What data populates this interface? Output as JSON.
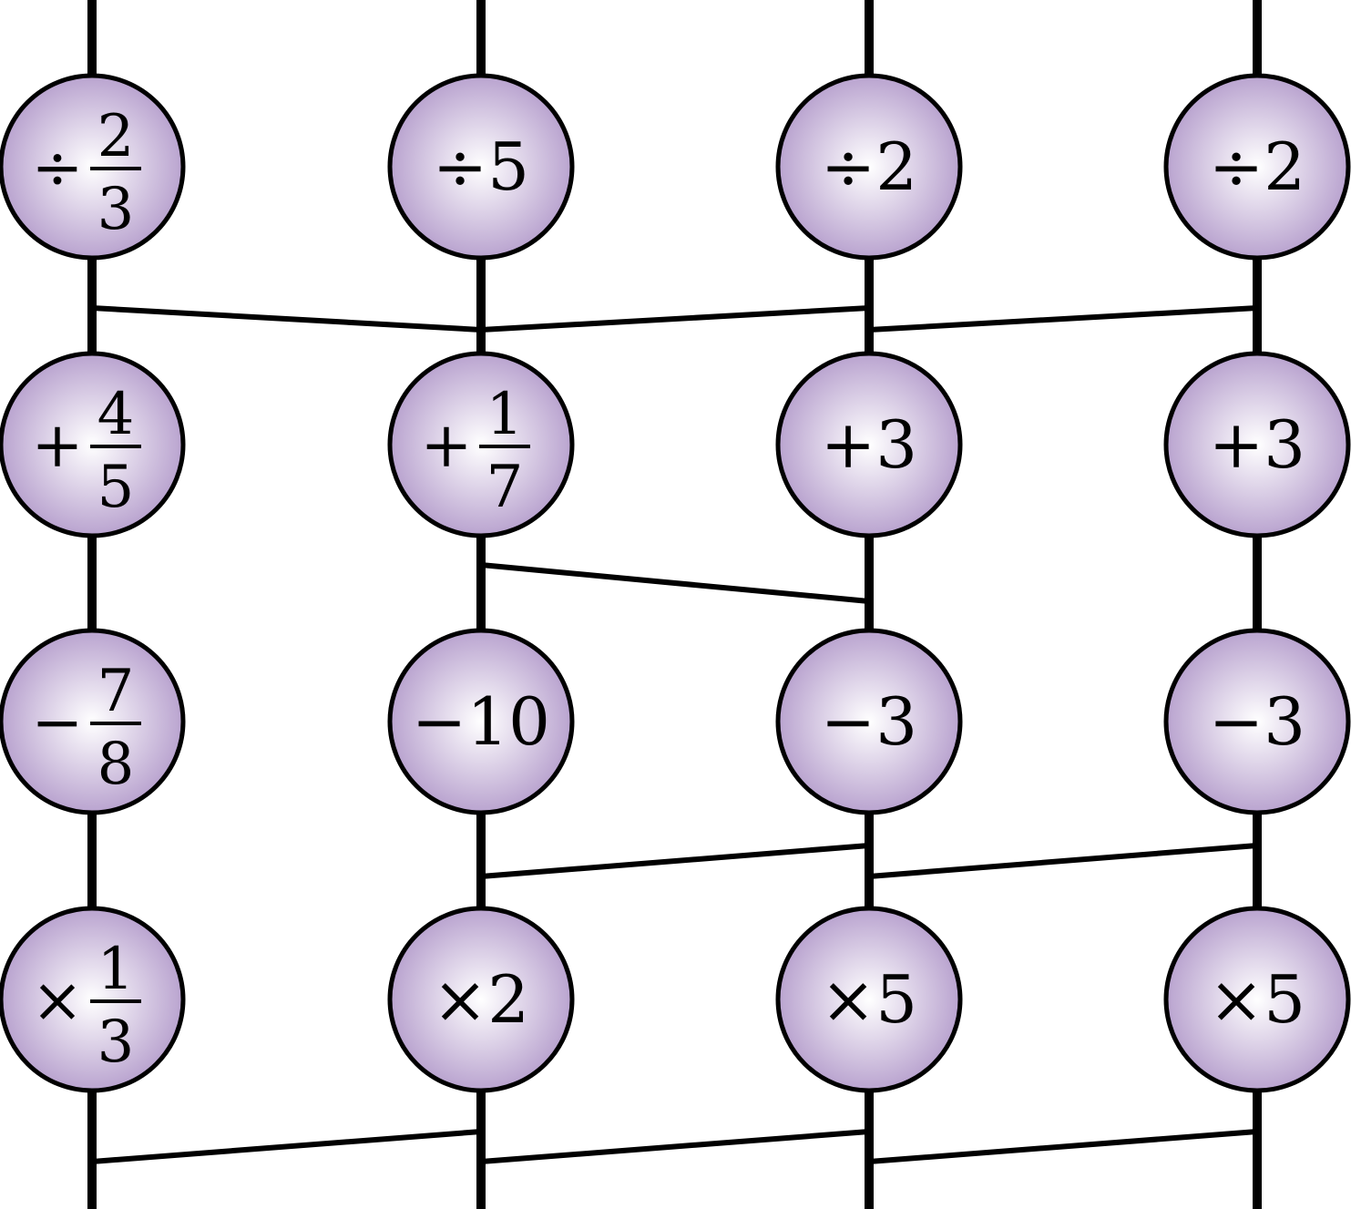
{
  "colors": {
    "node_fill_center": "#ffffff",
    "node_fill_edge": "#b9a3cf",
    "line": "#000000"
  },
  "columns": [
    {
      "nodes": [
        {
          "op": "÷",
          "num": "2",
          "den": "3"
        },
        {
          "op": "+",
          "num": "4",
          "den": "5"
        },
        {
          "op": "−",
          "num": "7",
          "den": "8"
        },
        {
          "op": "×",
          "num": "1",
          "den": "3"
        }
      ]
    },
    {
      "nodes": [
        {
          "op": "÷",
          "text": "5"
        },
        {
          "op": "+",
          "num": "1",
          "den": "7"
        },
        {
          "op": "−",
          "text": "10"
        },
        {
          "op": "×",
          "text": "2"
        }
      ]
    },
    {
      "nodes": [
        {
          "op": "÷",
          "text": "2"
        },
        {
          "op": "+",
          "text": "3"
        },
        {
          "op": "−",
          "text": "3"
        },
        {
          "op": "×",
          "text": "5"
        }
      ]
    },
    {
      "nodes": [
        {
          "op": "÷",
          "text": "2"
        },
        {
          "op": "+",
          "text": "3"
        },
        {
          "op": "−",
          "text": "3"
        },
        {
          "op": "×",
          "text": "5"
        }
      ]
    }
  ],
  "rungs": [
    {
      "from_column": 1,
      "to_column": 2,
      "gap": "below-row-1",
      "direction": "down"
    },
    {
      "from_column": 2,
      "to_column": 3,
      "gap": "below-row-1",
      "direction": "up"
    },
    {
      "from_column": 3,
      "to_column": 4,
      "gap": "below-row-1",
      "direction": "up"
    },
    {
      "from_column": 2,
      "to_column": 3,
      "gap": "below-row-2",
      "direction": "down"
    },
    {
      "from_column": 2,
      "to_column": 3,
      "gap": "below-row-3",
      "direction": "up"
    },
    {
      "from_column": 3,
      "to_column": 4,
      "gap": "below-row-3",
      "direction": "up"
    },
    {
      "from_column": 1,
      "to_column": 2,
      "gap": "below-row-4",
      "direction": "up"
    },
    {
      "from_column": 2,
      "to_column": 3,
      "gap": "below-row-4",
      "direction": "up"
    },
    {
      "from_column": 3,
      "to_column": 4,
      "gap": "below-row-4",
      "direction": "up"
    }
  ]
}
